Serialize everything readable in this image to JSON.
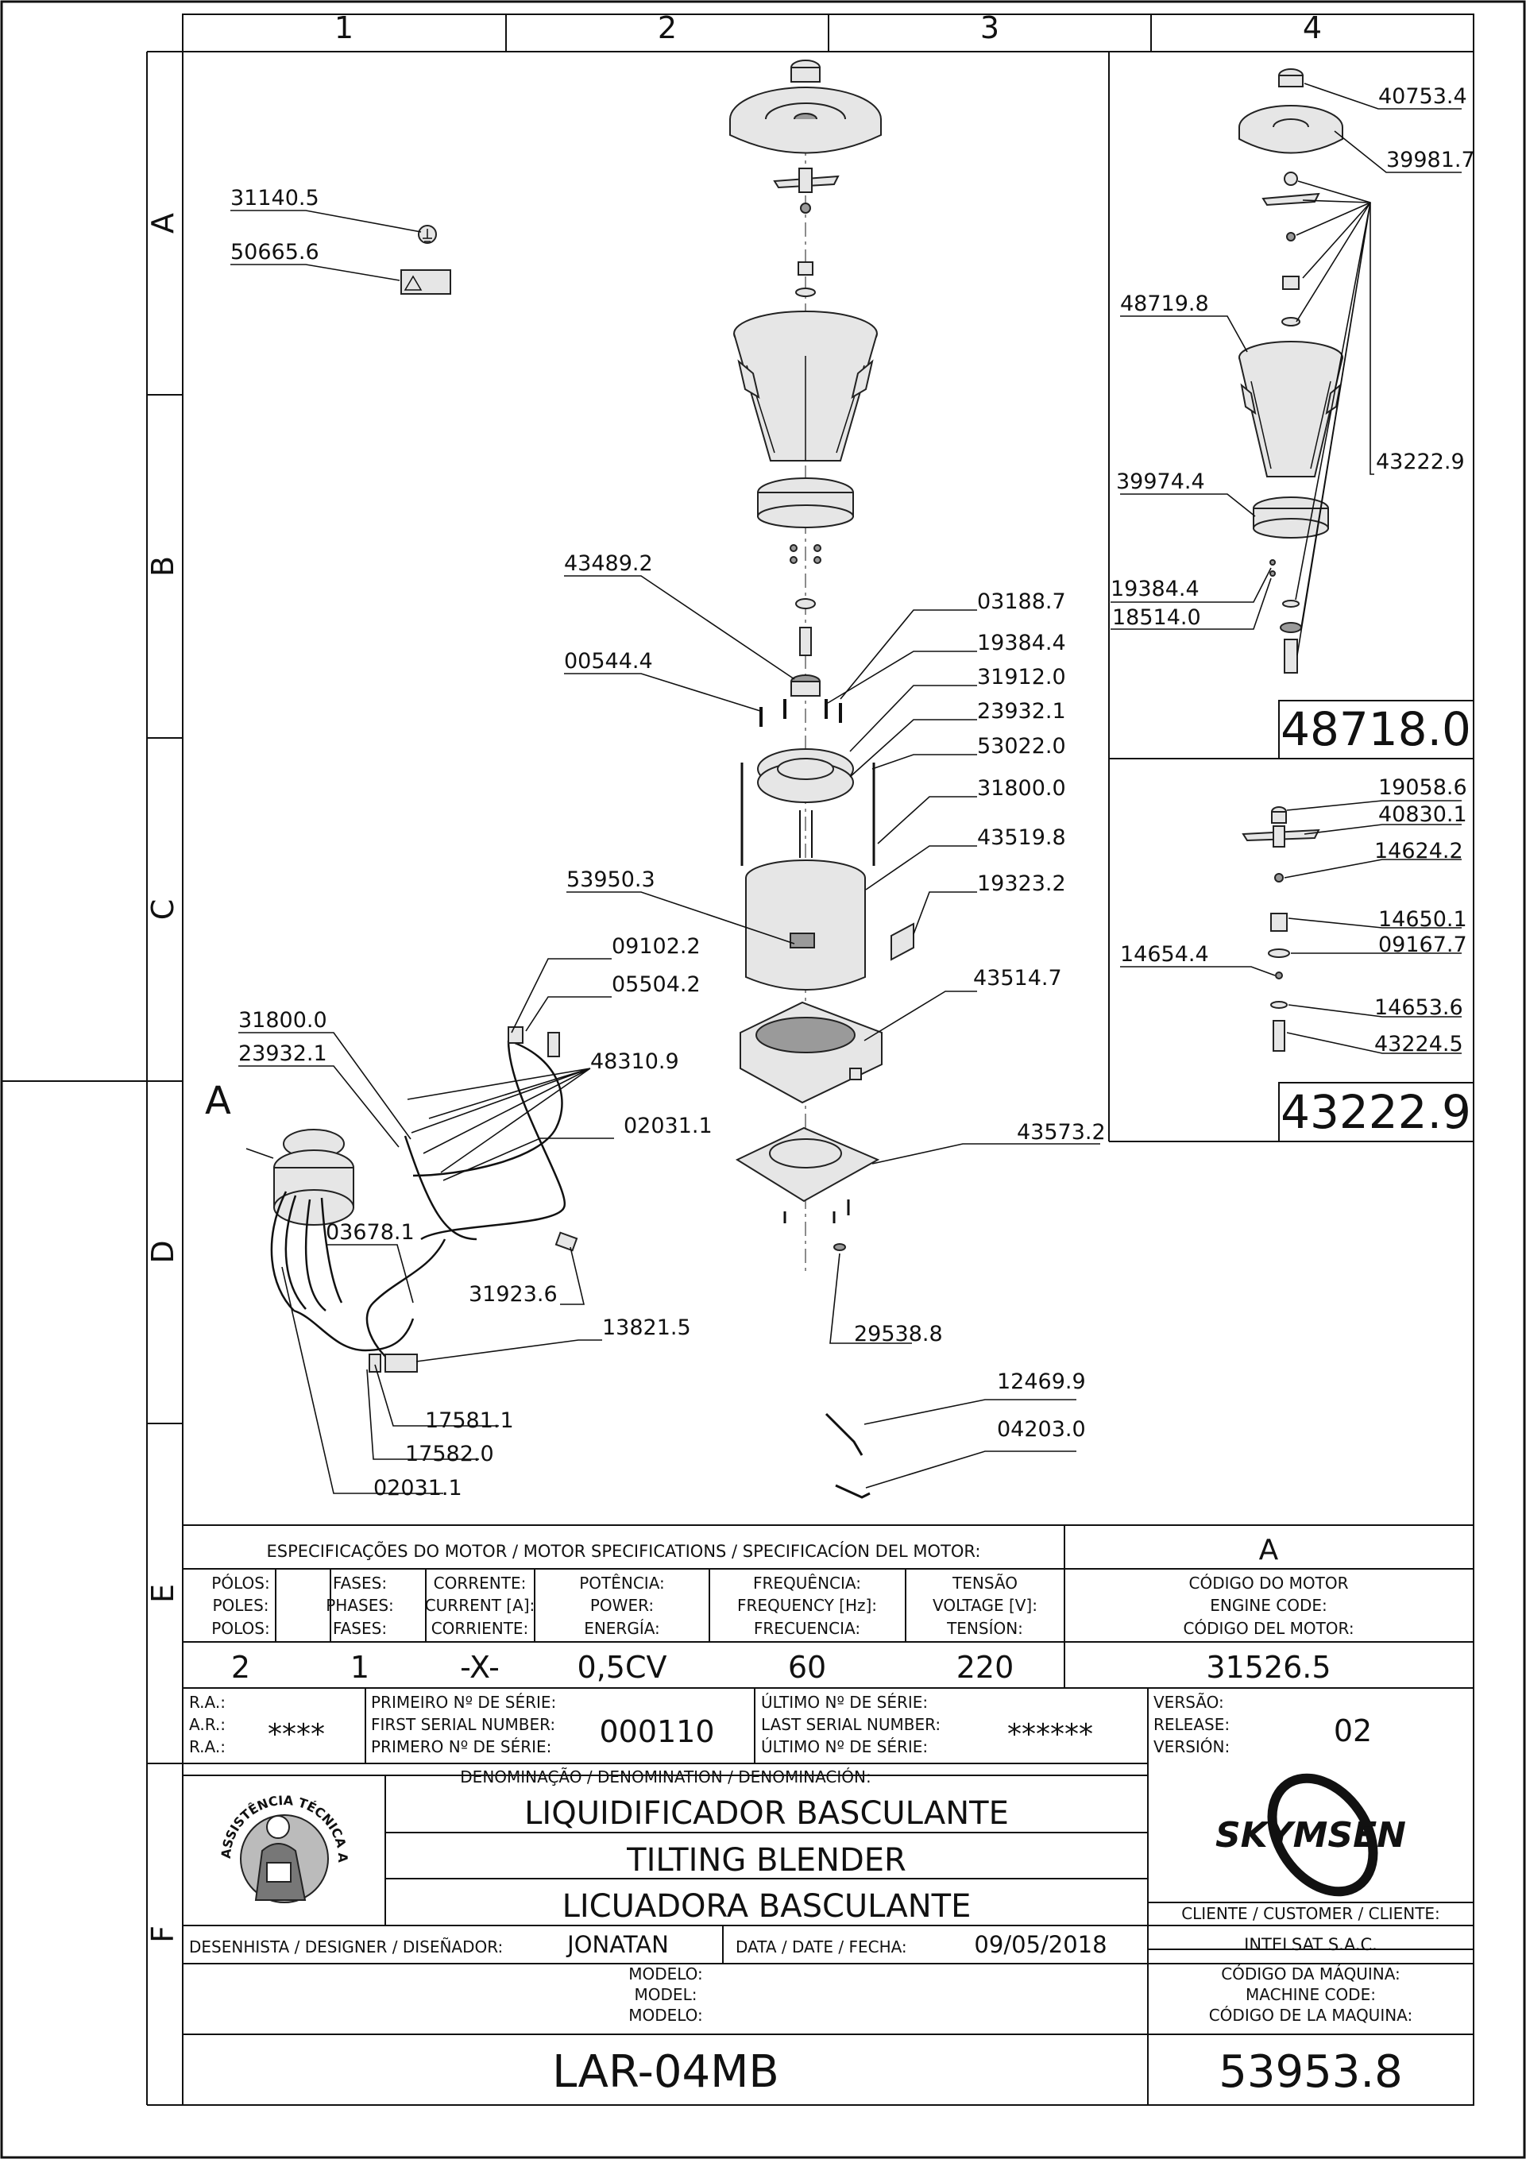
{
  "grid": {
    "columns": [
      "1",
      "2",
      "3",
      "4"
    ],
    "rows": [
      "A",
      "B",
      "C",
      "D",
      "E",
      "F"
    ]
  },
  "details": {
    "top_code": "48718.0",
    "bottom_code": "43222.9",
    "detail_marker": "A"
  },
  "parts": {
    "p31140": "31140.5",
    "p50665": "50665.6",
    "p43489": "43489.2",
    "p00544": "00544.4",
    "p53950": "53950.3",
    "p09102": "09102.2",
    "p05504": "05504.2",
    "p31800_l": "31800.0",
    "p23932_l": "23932.1",
    "p48310": "48310.9",
    "p02031_a": "02031.1",
    "p03678": "03678.1",
    "p31923": "31923.6",
    "p13821": "13821.5",
    "p17581": "17581.1",
    "p17582": "17582.0",
    "p02031_b": "02031.1",
    "p03188": "03188.7",
    "p19384_m": "19384.4",
    "p31912": "31912.0",
    "p23932_m": "23932.1",
    "p53022": "53022.0",
    "p31800_m": "31800.0",
    "p43519": "43519.8",
    "p19323": "19323.2",
    "p43514": "43514.7",
    "p43573": "43573.2",
    "p29538": "29538.8",
    "p12469": "12469.9",
    "p04203": "04203.0",
    "p40753": "40753.4",
    "p39981": "39981.7",
    "p48719": "48719.8",
    "p43222": "43222.9",
    "p39974": "39974.4",
    "p19384_r": "19384.4",
    "p18514": "18514.0",
    "p19058": "19058.6",
    "p40830": "40830.1",
    "p14624": "14624.2",
    "p14650": "14650.1",
    "p09167": "09167.7",
    "p14654": "14654.4",
    "p14653": "14653.6",
    "p43224": "43224.5"
  },
  "motor": {
    "header": "ESPECIFICAÇÕES DO MOTOR / MOTOR SPECIFICATIONS / SPECIFICACÍON DEL MOTOR:",
    "section": "A",
    "columns": [
      {
        "l1": "PÓLOS:",
        "l2": "POLES:",
        "l3": "POLOS:",
        "value": "2"
      },
      {
        "l1": "FASES:",
        "l2": "PHASES:",
        "l3": "FASES:",
        "value": "1"
      },
      {
        "l1": "CORRENTE:",
        "l2": "CURRENT [A]:",
        "l3": "CORRIENTE:",
        "value": "-X-"
      },
      {
        "l1": "POTÊNCIA:",
        "l2": "POWER:",
        "l3": "ENERGÍA:",
        "value": "0,5CV"
      },
      {
        "l1": "FREQUÊNCIA:",
        "l2": "FREQUENCY [Hz]:",
        "l3": "FRECUENCIA:",
        "value": "60"
      },
      {
        "l1": "TENSÃO",
        "l2": "VOLTAGE [V]:",
        "l3": "TENSÍON:",
        "value": "220"
      }
    ],
    "code_l1": "CÓDIGO DO MOTOR",
    "code_l2": "ENGINE CODE:",
    "code_l3": "CÓDIGO DEL MOTOR:",
    "code_value": "31526.5"
  },
  "serial": {
    "ra_l1": "R.A.:",
    "ra_l2": "A.R.:",
    "ra_l3": "R.A.:",
    "ra_value": "****",
    "first_l1": "PRIMEIRO Nº DE SÉRIE:",
    "first_l2": "FIRST SERIAL NUMBER:",
    "first_l3": "PRIMERO Nº DE SÉRIE:",
    "first_value": "000110",
    "last_l1": "ÚLTIMO Nº DE SÉRIE:",
    "last_l2": "LAST SERIAL NUMBER:",
    "last_l3": "ÚLTIMO Nº DE SÉRIE:",
    "last_value": "******",
    "ver_l1": "VERSÃO:",
    "ver_l2": "RELEASE:",
    "ver_l3": "VERSIÓN:",
    "ver_value": "02"
  },
  "denomination": {
    "header": "DENOMINAÇÃO / DENOMINATION / DENOMINACIÓN:",
    "pt": "LIQUIDIFICADOR BASCULANTE",
    "en": "TILTING BLENDER",
    "es": "LICUADORA BASCULANTE",
    "seal_text": "ASSISTÊNCIA TÉCNICA AUTORIZADA",
    "brand": "SKYMSEN",
    "customer_label": "CLIENTE / CUSTOMER / CLIENTE:",
    "customer_value": "INTELSAT S.A.C."
  },
  "footer": {
    "designer_label": "DESENHISTA / DESIGNER / DISEÑADOR:",
    "designer_value": "JONATAN",
    "date_label": "DATA / DATE / FECHA:",
    "date_value": "09/05/2018",
    "model_l1": "MODELO:",
    "model_l2": "MODEL:",
    "model_l3": "MODELO:",
    "model_value": "LAR-04MB",
    "machine_l1": "CÓDIGO DA MÁQUINA:",
    "machine_l2": "MACHINE CODE:",
    "machine_l3": "CÓDIGO DE LA MAQUINA:",
    "machine_value": "53953.8"
  },
  "colors": {
    "ink": "#111111",
    "part_fill": "#e6e6e6",
    "dark_fill": "#9a9a9a"
  }
}
